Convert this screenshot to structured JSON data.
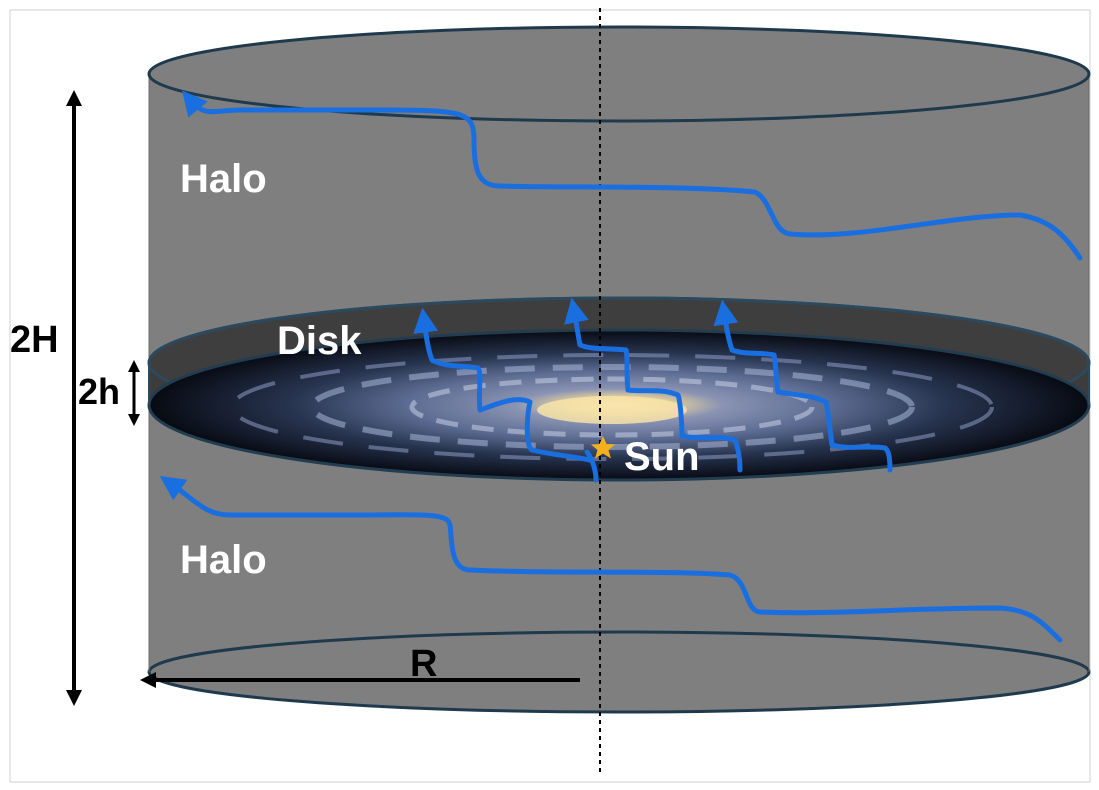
{
  "labels": {
    "halo_top": "Halo",
    "halo_bottom": "Halo",
    "disk": "Disk",
    "sun": "Sun",
    "height_total": "2H",
    "height_disk": "2h",
    "radius": "R"
  },
  "colors": {
    "background": "#ffffff",
    "halo_fill": "#7f7f7f",
    "cylinder_stroke": "#1f3a4d",
    "disk_band": "#3c3c3c",
    "cr_path": "#1a6fe0",
    "sun_star": "#f2b01e",
    "axis_line": "#000000"
  },
  "icons": {
    "sun_marker": "star-icon",
    "cosmic_ray_paths": "wavy-arrow-icon",
    "galaxy": "spiral-galaxy-icon"
  }
}
